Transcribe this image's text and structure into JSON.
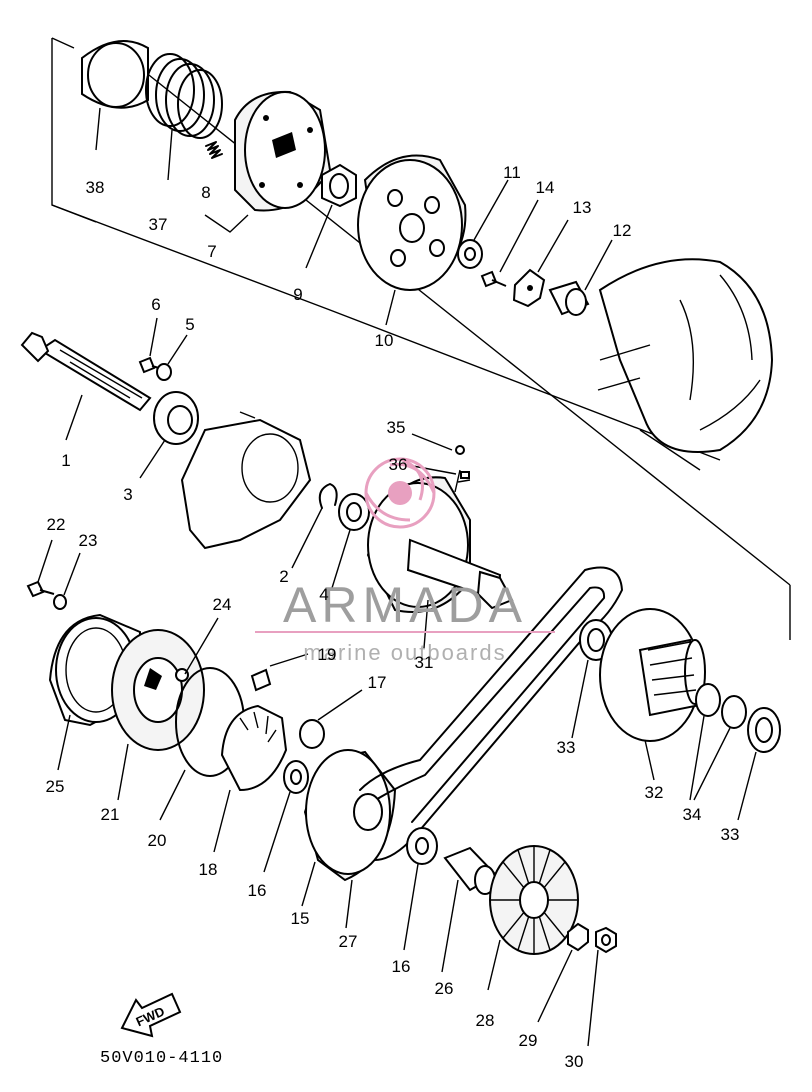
{
  "parts": [
    {
      "id": "1",
      "label": "1"
    },
    {
      "id": "2",
      "label": "2"
    },
    {
      "id": "3",
      "label": "3"
    },
    {
      "id": "4",
      "label": "4"
    },
    {
      "id": "5",
      "label": "5"
    },
    {
      "id": "6",
      "label": "6"
    },
    {
      "id": "7",
      "label": "7"
    },
    {
      "id": "8",
      "label": "8"
    },
    {
      "id": "9",
      "label": "9"
    },
    {
      "id": "10",
      "label": "10"
    },
    {
      "id": "11",
      "label": "11"
    },
    {
      "id": "12",
      "label": "12"
    },
    {
      "id": "13",
      "label": "13"
    },
    {
      "id": "14",
      "label": "14"
    },
    {
      "id": "15",
      "label": "15"
    },
    {
      "id": "16a",
      "label": "16"
    },
    {
      "id": "16b",
      "label": "16"
    },
    {
      "id": "17",
      "label": "17"
    },
    {
      "id": "18",
      "label": "18"
    },
    {
      "id": "19",
      "label": "19"
    },
    {
      "id": "20",
      "label": "20"
    },
    {
      "id": "21",
      "label": "21"
    },
    {
      "id": "22",
      "label": "22"
    },
    {
      "id": "23",
      "label": "23"
    },
    {
      "id": "24",
      "label": "24"
    },
    {
      "id": "25",
      "label": "25"
    },
    {
      "id": "26",
      "label": "26"
    },
    {
      "id": "27",
      "label": "27"
    },
    {
      "id": "28",
      "label": "28"
    },
    {
      "id": "29",
      "label": "29"
    },
    {
      "id": "30",
      "label": "30"
    },
    {
      "id": "31",
      "label": "31"
    },
    {
      "id": "32",
      "label": "32"
    },
    {
      "id": "33a",
      "label": "33"
    },
    {
      "id": "33b",
      "label": "33"
    },
    {
      "id": "34",
      "label": "34"
    },
    {
      "id": "35",
      "label": "35"
    },
    {
      "id": "36",
      "label": "36"
    },
    {
      "id": "37",
      "label": "37"
    },
    {
      "id": "38",
      "label": "38"
    }
  ],
  "watermark": {
    "brand": "ARMADA",
    "tagline": "marine outboards",
    "color": "#e8a0c0"
  },
  "direction_badge": "FWD",
  "drawing_code": "50V010-4110"
}
